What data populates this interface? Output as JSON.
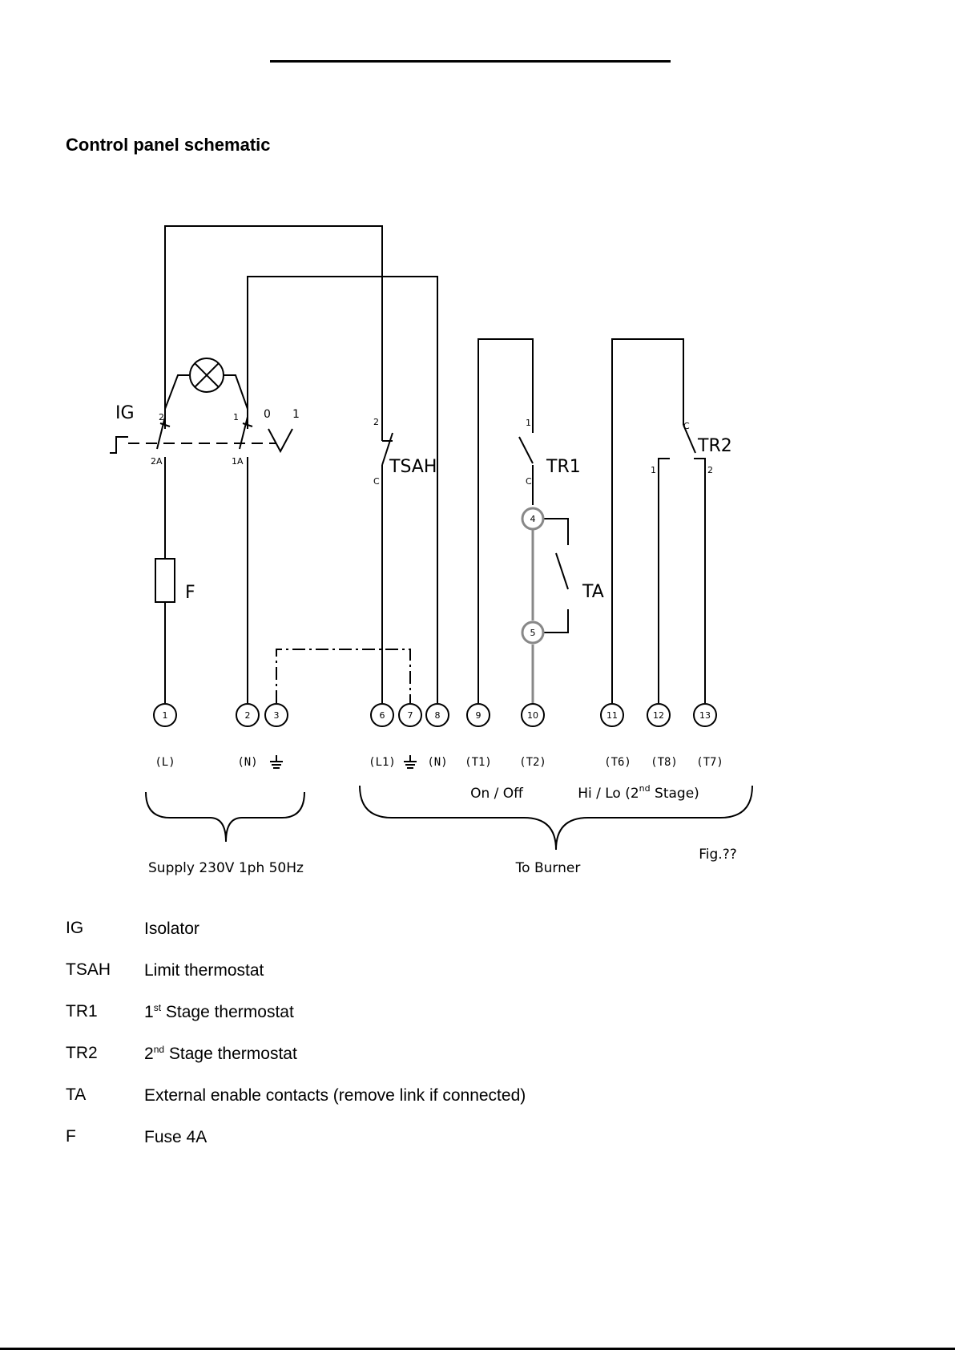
{
  "page": {
    "title": "Control panel schematic"
  },
  "diagram": {
    "components": {
      "isolator": "IG",
      "fuse": "F",
      "limit_thermostat": "TSAH",
      "stage1_thermostat": "TR1",
      "stage2_thermostat": "TR2",
      "enable_contacts": "TA"
    },
    "pins": {
      "ig_2": "2",
      "ig_1": "1",
      "ig_2a": "2A",
      "ig_1a": "1A",
      "ig_off": "0",
      "ig_on": "1",
      "tsah_2": "2",
      "tsah_c": "C",
      "tr1_1": "1",
      "tr1_c": "C",
      "tr2_c": "C",
      "tr2_1": "1",
      "tr2_2": "2",
      "ta_4": "4",
      "ta_5": "5"
    },
    "terminals": [
      "1",
      "2",
      "3",
      "6",
      "7",
      "8",
      "9",
      "10",
      "11",
      "12",
      "13"
    ],
    "terminal_codes": {
      "t1": "(L)",
      "t2": "(N)",
      "t6": "(L1)",
      "t8": "(N)",
      "t9": "(T1)",
      "t10": "(T2)",
      "t11": "(T6)",
      "t12": "(T8)",
      "t13": "(T7)"
    },
    "group_labels": {
      "on_off": "On / Off",
      "hi_lo_prefix": "Hi / Lo (2",
      "hi_lo_sup": "nd",
      "hi_lo_suffix": " Stage)",
      "supply": "Supply 230V 1ph 50Hz",
      "to_burner": "To Burner",
      "fig": "Fig.??"
    }
  },
  "legend": [
    {
      "code": "IG",
      "pre": "Isolator",
      "sup": "",
      "post": ""
    },
    {
      "code": "TSAH",
      "pre": "Limit thermostat",
      "sup": "",
      "post": ""
    },
    {
      "code": "TR1",
      "pre": "1",
      "sup": "st",
      "post": " Stage thermostat"
    },
    {
      "code": "TR2",
      "pre": "2",
      "sup": "nd",
      "post": " Stage thermostat"
    },
    {
      "code": "TA",
      "pre": "External enable contacts (remove link if connected)",
      "sup": "",
      "post": ""
    },
    {
      "code": "F",
      "pre": "Fuse 4A",
      "sup": "",
      "post": ""
    }
  ]
}
